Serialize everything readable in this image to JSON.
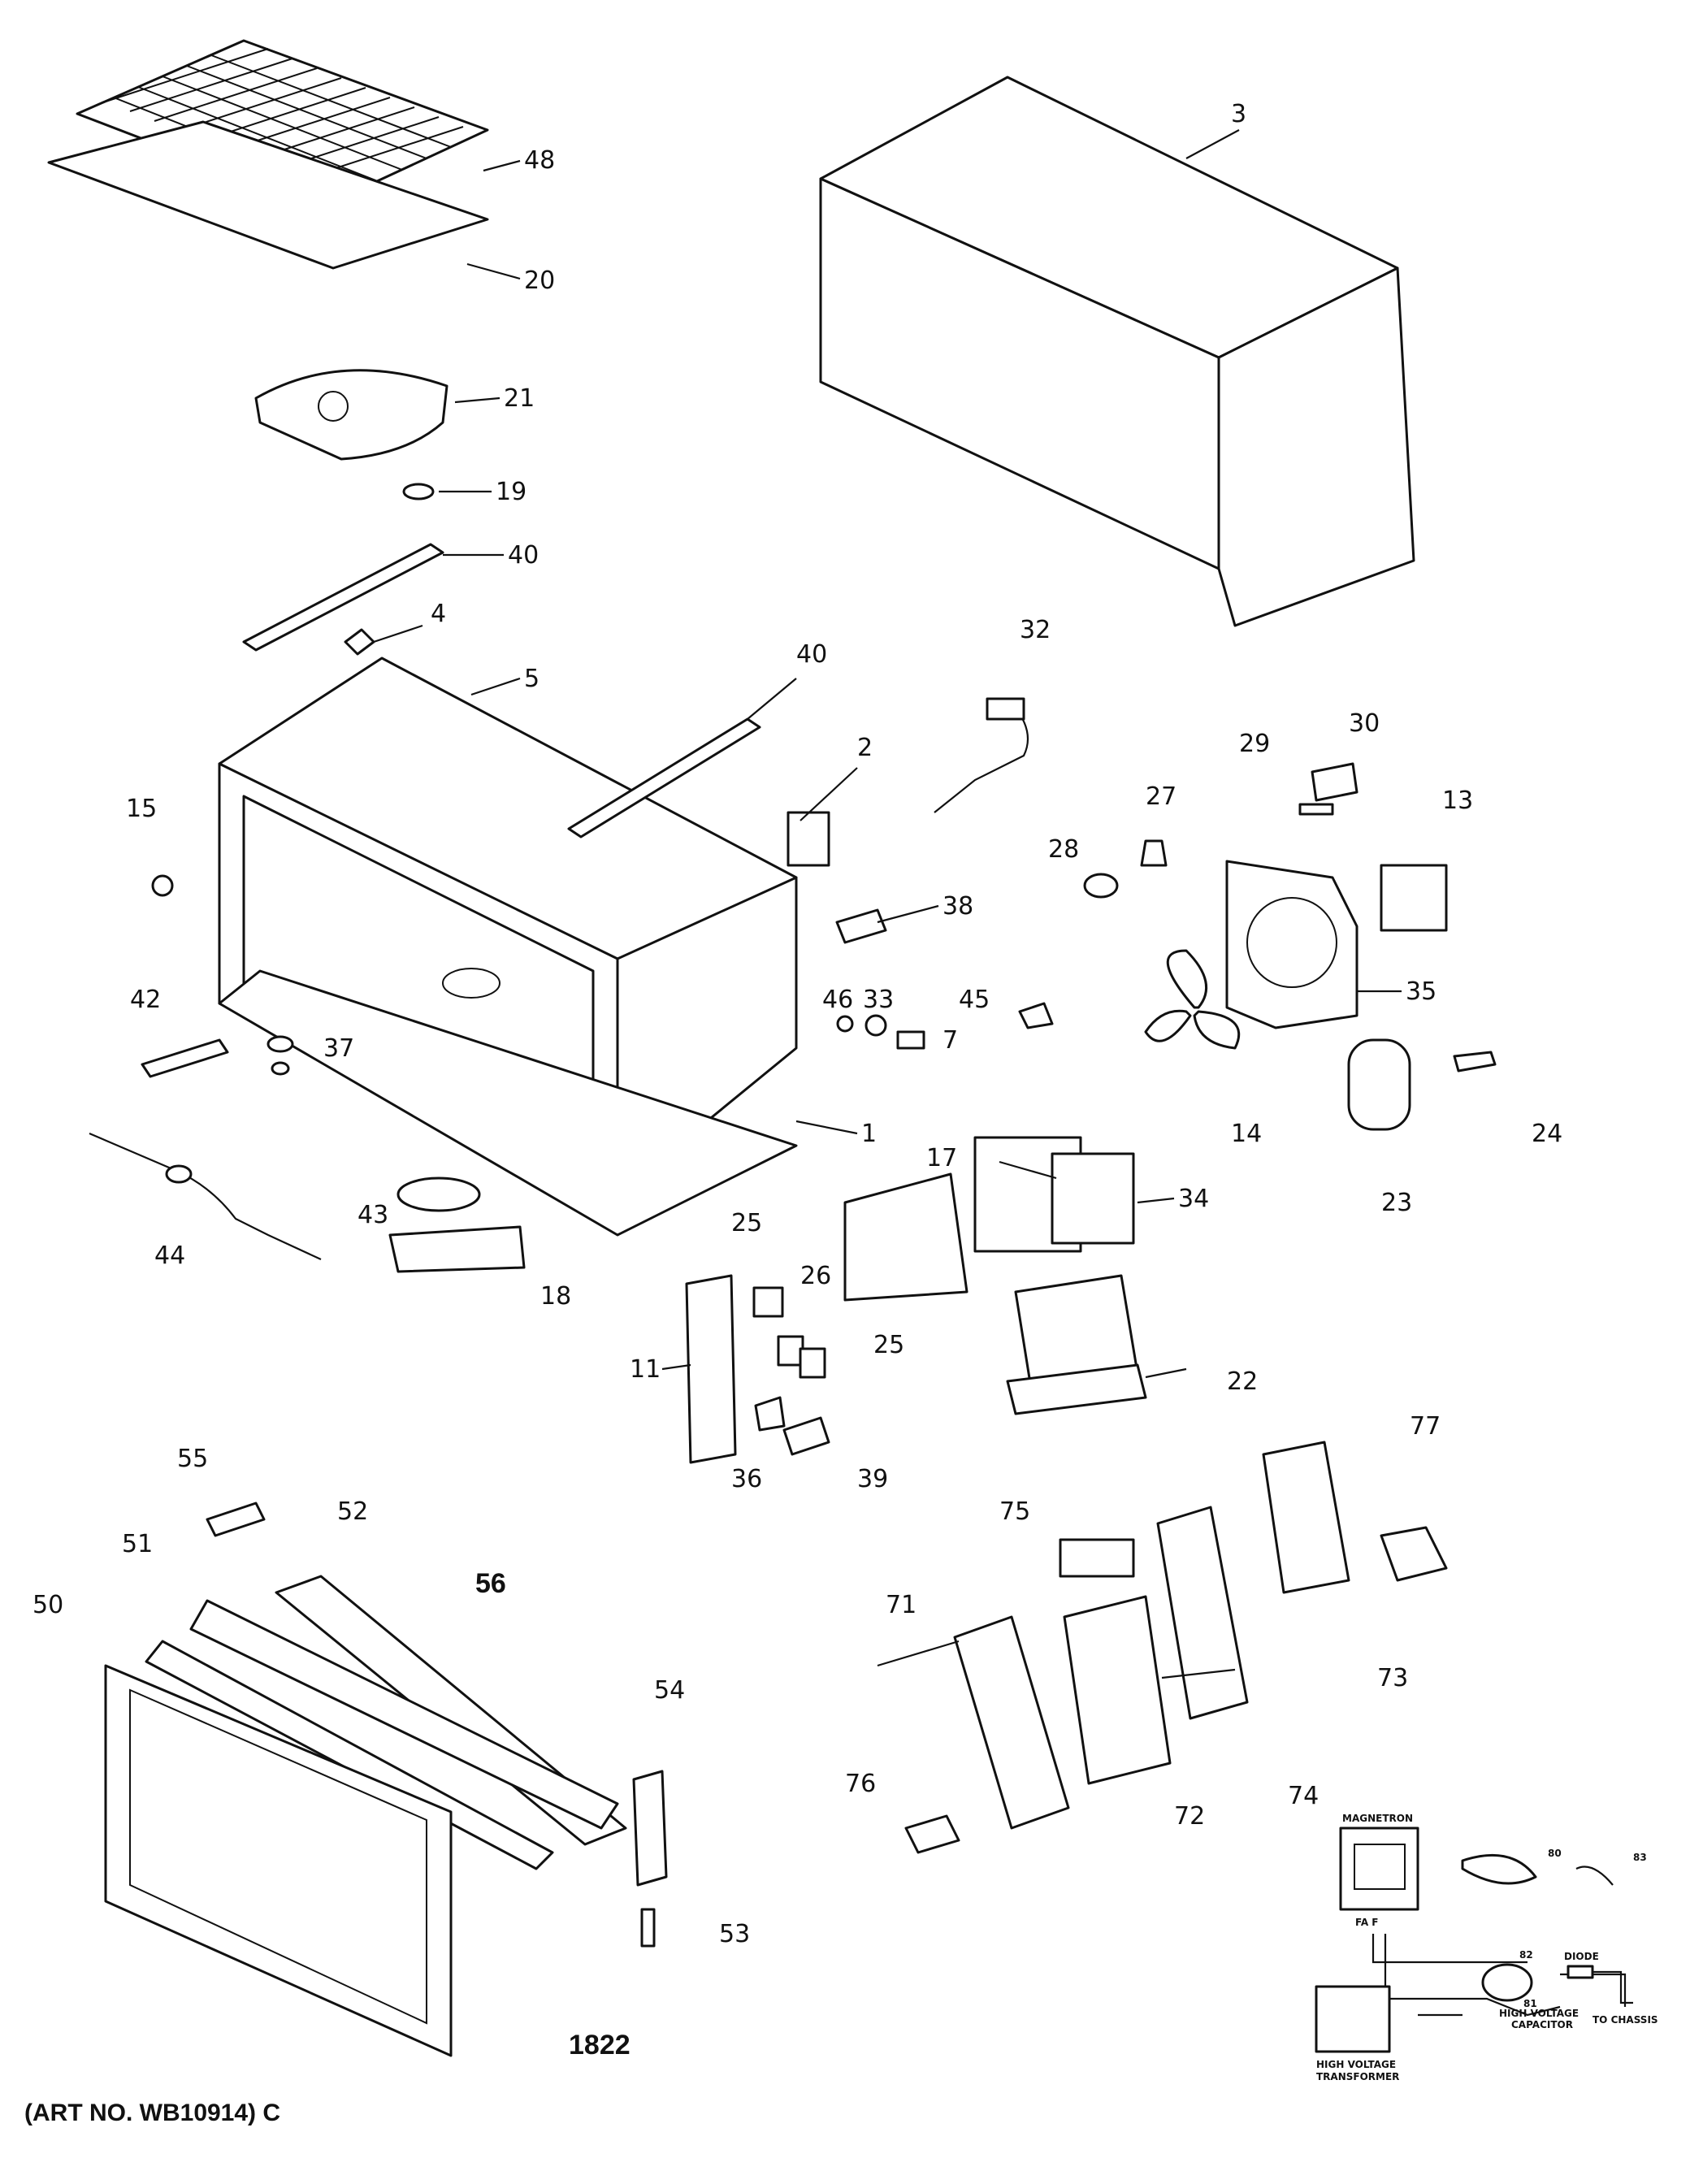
{
  "labels": {
    "p1": "1",
    "p2": "2",
    "p3": "3",
    "p4": "4",
    "p5": "5",
    "p7": "7",
    "p11": "11",
    "p13": "13",
    "p14": "14",
    "p15": "15",
    "p17": "17",
    "p18": "18",
    "p19": "19",
    "p20": "20",
    "p21": "21",
    "p22": "22",
    "p23": "23",
    "p24": "24",
    "p25a": "25",
    "p25b": "25",
    "p26": "26",
    "p27": "27",
    "p28": "28",
    "p29": "29",
    "p30": "30",
    "p32": "32",
    "p33": "33",
    "p34": "34",
    "p35": "35",
    "p36": "36",
    "p37": "37",
    "p38": "38",
    "p39": "39",
    "p40a": "40",
    "p40b": "40",
    "p42": "42",
    "p43": "43",
    "p44": "44",
    "p45": "45",
    "p46": "46",
    "p48": "48",
    "p50": "50",
    "p51": "51",
    "p52": "52",
    "p53": "53",
    "p54": "54",
    "p55": "55",
    "p56": "56",
    "p71": "71",
    "p72": "72",
    "p73": "73",
    "p74": "74",
    "p75": "75",
    "p76": "76",
    "p77": "77",
    "p80": "80",
    "p81": "81",
    "p82": "82",
    "p83": "83",
    "p1822": "1822"
  },
  "schematic": {
    "magnetron": "MAGNETRON",
    "fa_f": "FA  F",
    "diode": "DIODE",
    "to_chassis": "TO CHASSIS",
    "hv_capacitor_1": "HIGH VOLTAGE",
    "hv_capacitor_2": "CAPACITOR",
    "hv_transformer_1": "HIGH VOLTAGE",
    "hv_transformer_2": "TRANSFORMER"
  },
  "caption": "(ART NO. WB10914) C"
}
